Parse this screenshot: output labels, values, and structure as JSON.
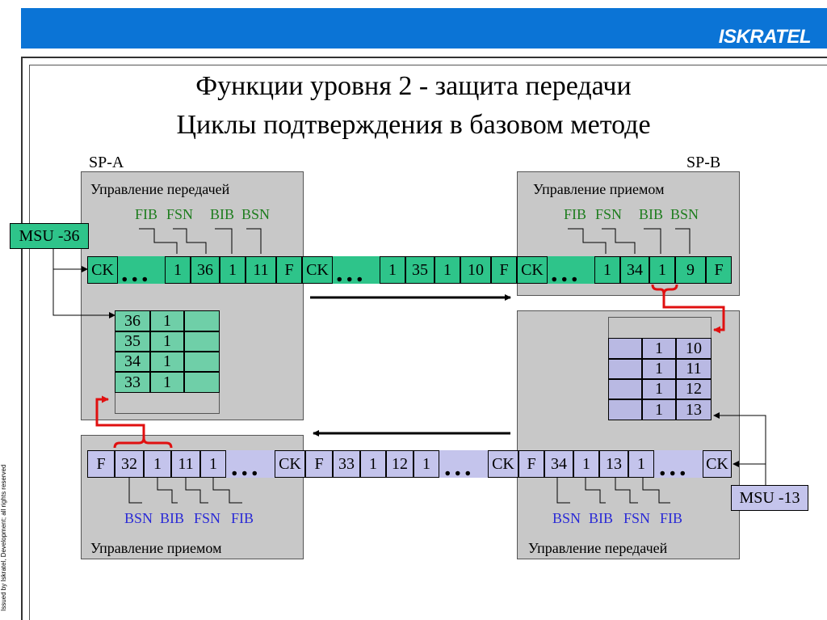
{
  "brand": "ISKRATEL",
  "side_note": "Issued by Iskratel, Development; all rights reserved",
  "title_line1": "Функции уровня 2 - защита передачи",
  "title_line2": "Циклы подтверждения в базовом методе",
  "sp_a": "SP-A",
  "sp_b": "SP-B",
  "panel_a_top_label": "Управление передачей",
  "panel_b_top_label": "Управление приемом",
  "panel_a_bottom_label": "Управление приемом",
  "panel_b_bottom_label": "Управление передачей",
  "fields_top": [
    "FIB",
    "FSN",
    "BIB",
    "BSN"
  ],
  "fields_bottom": [
    "BSN",
    "BIB",
    "FSN",
    "FIB"
  ],
  "msu_left": "MSU -36",
  "msu_right": "MSU -13",
  "top_stream": {
    "ck": "CK",
    "dots": "...",
    "f": "F",
    "frame1": [
      "1",
      "36",
      "1",
      "11"
    ],
    "frame2": [
      "1",
      "35",
      "1",
      "10"
    ],
    "frame3": [
      "1",
      "34",
      "1",
      "9"
    ]
  },
  "bottom_stream": {
    "ck": "CK",
    "dots": "...",
    "f": "F",
    "frame1": [
      "32",
      "1",
      "11",
      "1"
    ],
    "frame2": [
      "33",
      "1",
      "12",
      "1"
    ],
    "frame3": [
      "34",
      "1",
      "13",
      "1"
    ]
  },
  "buffer_a": [
    [
      "36",
      "1"
    ],
    [
      "35",
      "1"
    ],
    [
      "34",
      "1"
    ],
    [
      "33",
      "1"
    ]
  ],
  "buffer_b": [
    [
      "1",
      "10"
    ],
    [
      "1",
      "11"
    ],
    [
      "1",
      "12"
    ],
    [
      "1",
      "13"
    ]
  ]
}
